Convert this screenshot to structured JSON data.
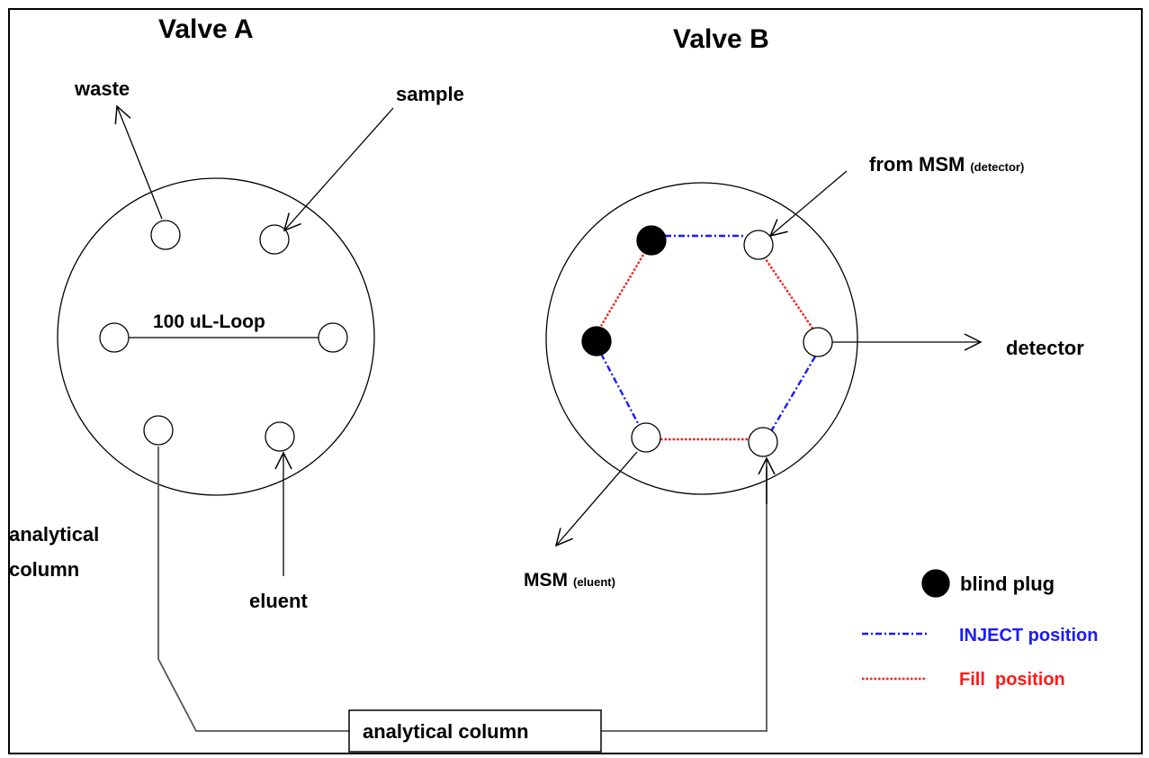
{
  "valve_a": {
    "title": "Valve A",
    "loop_label": "100 uL-Loop",
    "waste_label": "waste",
    "sample_label": "sample",
    "eluent_label": "eluent",
    "column_label_line1": "analytical",
    "column_label_line2": "column"
  },
  "valve_b": {
    "title": "Valve B",
    "from_msm_label": "from MSM",
    "from_msm_sub": "(detector)",
    "detector_label": "detector",
    "msm_eluent_label": "MSM",
    "msm_eluent_sub": "(eluent)"
  },
  "column_box_label": "analytical column",
  "legend": {
    "blind_plug": "blind plug",
    "inject": "INJECT position",
    "fill": "Fill  position"
  },
  "colors": {
    "inject": "#1a1aff",
    "fill": "#ff1a1a",
    "plug": "#000000"
  }
}
